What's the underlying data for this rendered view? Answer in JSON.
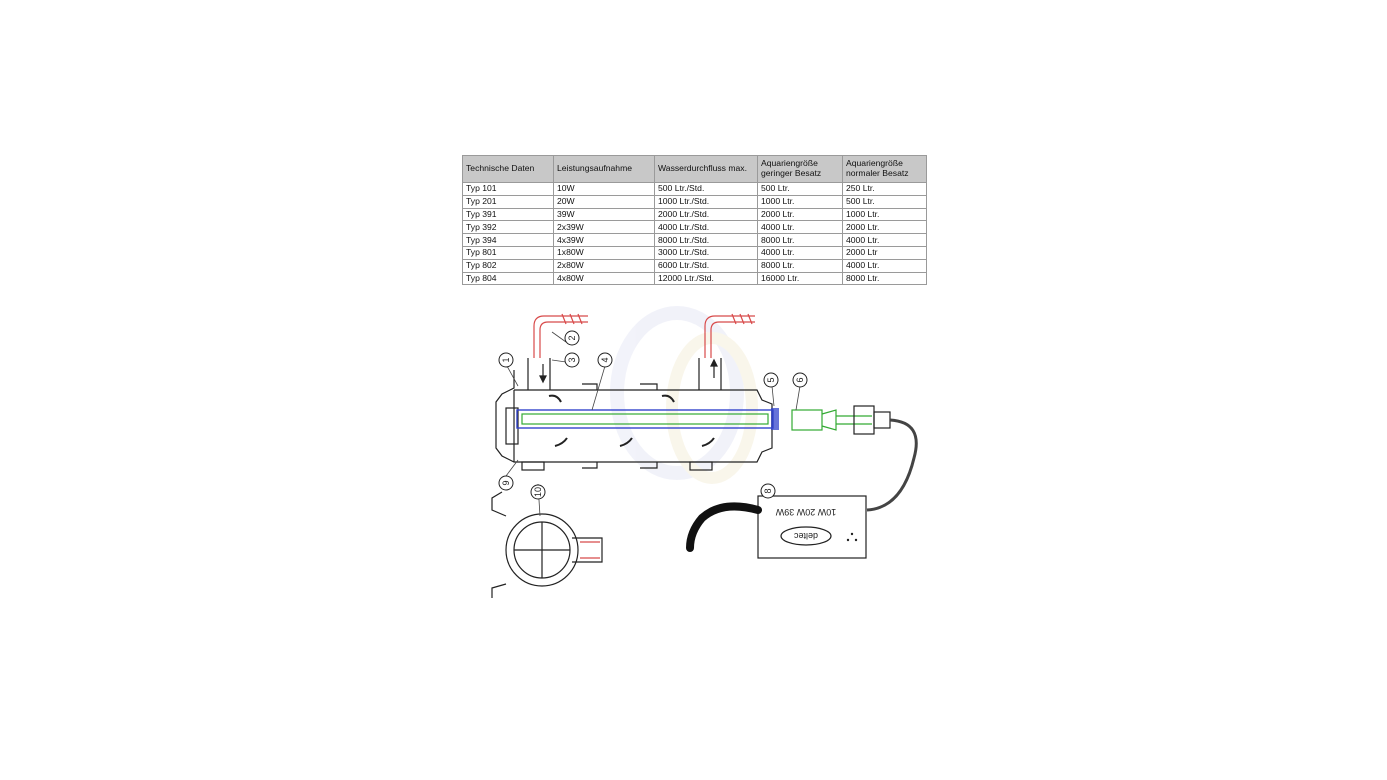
{
  "table": {
    "headers": [
      "Technische Daten",
      "Leistungsaufnahme",
      "Wasserdurchfluss max.",
      "Aquariengröße geringer Besatz",
      "Aquariengröße normaler Besatz"
    ],
    "rows": [
      [
        "Typ 101",
        "10W",
        "500 Ltr./Std.",
        "500 Ltr.",
        "250 Ltr."
      ],
      [
        "Typ 201",
        "20W",
        "1000 Ltr./Std.",
        "1000 Ltr.",
        "500 Ltr."
      ],
      [
        "Typ 391",
        "39W",
        "2000 Ltr./Std.",
        "2000 Ltr.",
        "1000 Ltr."
      ],
      [
        "Typ 392",
        "2x39W",
        "4000 Ltr./Std.",
        "4000 Ltr.",
        "2000 Ltr."
      ],
      [
        "Typ 394",
        "4x39W",
        "8000 Ltr./Std.",
        "8000 Ltr.",
        "4000 Ltr."
      ],
      [
        "Typ 801",
        "1x80W",
        "3000 Ltr./Std.",
        "4000 Ltr.",
        "2000 Ltr"
      ],
      [
        "Typ 802",
        "2x80W",
        "6000 Ltr./Std.",
        "8000 Ltr.",
        "4000 Ltr."
      ],
      [
        "Typ 804",
        "4x80W",
        "12000 Ltr./Std.",
        "16000 Ltr.",
        "8000 Ltr."
      ]
    ]
  },
  "diagram": {
    "callouts": [
      "1",
      "2",
      "3",
      "4",
      "5",
      "6",
      "8",
      "9",
      "10"
    ],
    "ballast_text": "10W 20W 39W",
    "ballast_brand": "deltec",
    "colors": {
      "hose": "#d84a4a",
      "lamp": "#33aa33",
      "sleeve": "#3344cc",
      "seal": "#3344cc",
      "line": "#222222"
    }
  }
}
